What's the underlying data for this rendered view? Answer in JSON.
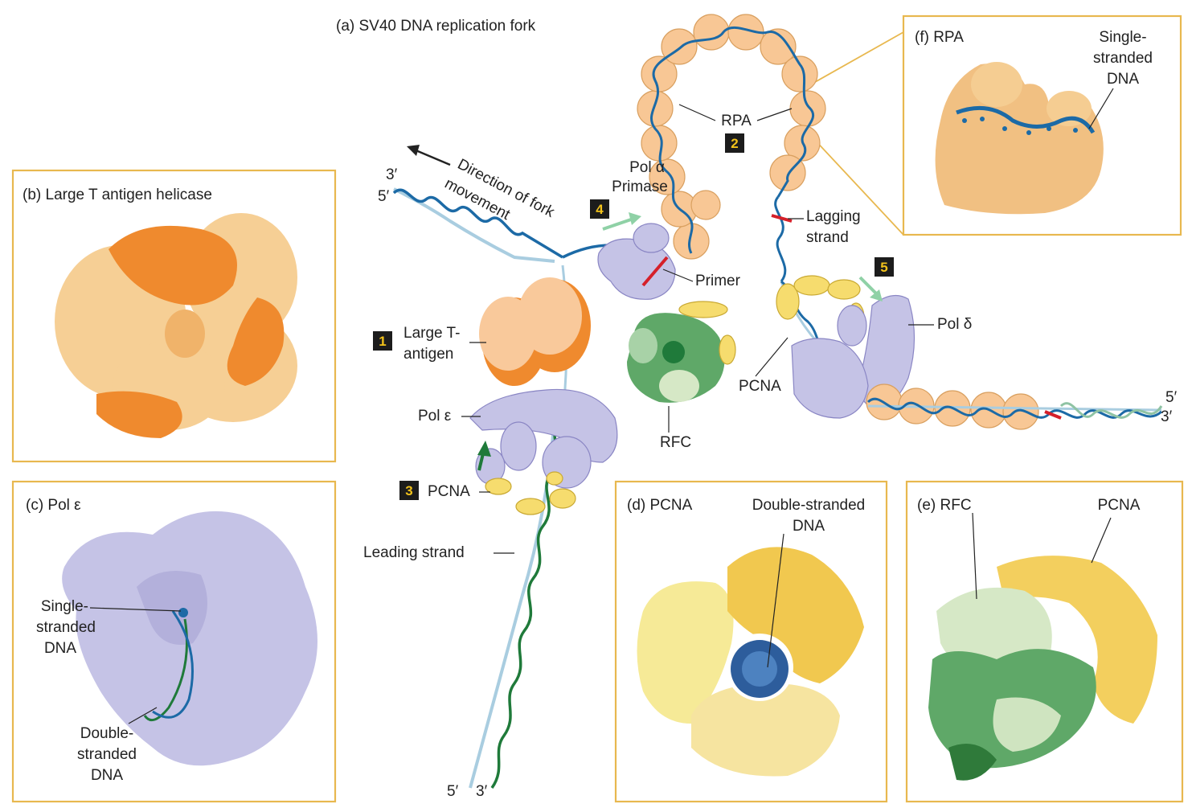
{
  "title": "(a) SV40 DNA replication fork",
  "colors": {
    "panel_border": "#e8b84f",
    "helicase_dark": "#ef8a2e",
    "helicase_light": "#f6c98a",
    "polymerase": "#c5c3e6",
    "pcna": "#f6dc6e",
    "rpa": "#f8c795",
    "rfc": "#5fa868",
    "dna_blue": "#1c6aa6",
    "dna_green": "#1f7a3a",
    "dna_light": "#a9cde0",
    "primer": "#d5202a",
    "step_box": "#1c1c1c",
    "step_text": "#f2c21b"
  },
  "fork": {
    "direction_label_1": "Direction of fork",
    "direction_label_2": "movement",
    "end_top_3": "3′",
    "end_top_5": "5′",
    "end_bottom_5": "5′",
    "end_bottom_3": "3′",
    "end_right_5": "5′",
    "end_right_3": "3′",
    "labels": {
      "large_t_1": "Large T-",
      "large_t_2": "antigen",
      "pol_epsilon": "Pol ε",
      "pcna_leading": "PCNA",
      "leading_strand": "Leading strand",
      "pol_alpha_1": "Pol α",
      "pol_alpha_2": "Primase",
      "primer": "Primer",
      "rpa": "RPA",
      "lagging_1": "Lagging",
      "lagging_2": "strand",
      "pol_delta": "Pol δ",
      "pcna_lagging": "PCNA",
      "rfc": "RFC"
    },
    "steps": [
      "1",
      "2",
      "3",
      "4",
      "5"
    ]
  },
  "panels": {
    "b": {
      "title": "(b) Large T antigen helicase"
    },
    "c": {
      "title": "(c) Pol ε",
      "label_ss_1": "Single-",
      "label_ss_2": "stranded",
      "label_ss_3": "DNA",
      "label_ds_1": "Double-",
      "label_ds_2": "stranded",
      "label_ds_3": "DNA"
    },
    "d": {
      "title": "(d) PCNA",
      "label_1": "Double-stranded",
      "label_2": "DNA"
    },
    "e": {
      "title": "(e) RFC",
      "label_pcna": "PCNA"
    },
    "f": {
      "title": "(f) RPA",
      "label_1": "Single-",
      "label_2": "stranded",
      "label_3": "DNA"
    }
  }
}
